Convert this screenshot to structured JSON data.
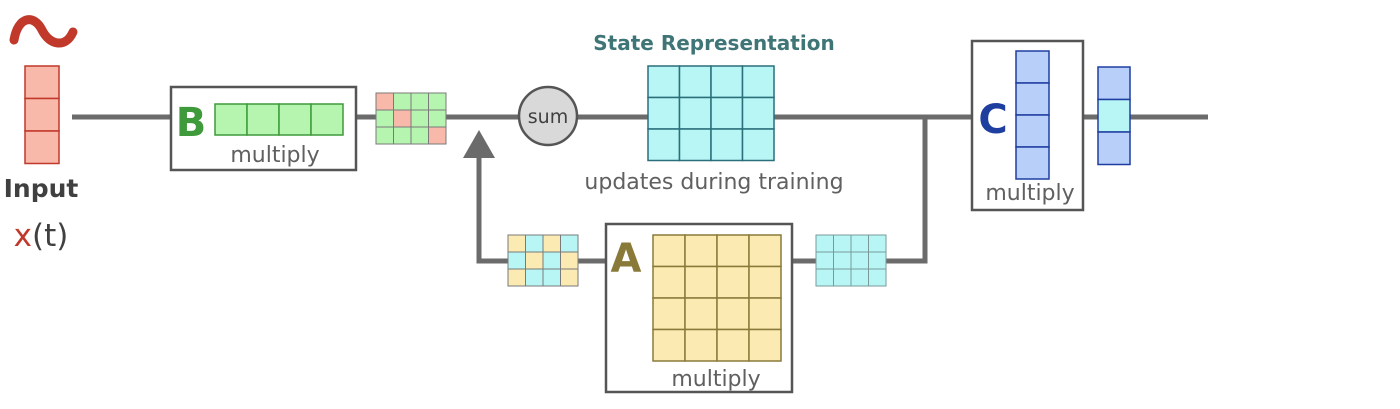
{
  "diagram": {
    "title": "State Representation",
    "input_label": "Input",
    "input_var": "x",
    "input_arg": "(t)",
    "b_letter": "B",
    "a_letter": "A",
    "c_letter": "C",
    "multiply_label": "multiply",
    "sum_label": "sum",
    "updates_label": "updates during training"
  },
  "colors": {
    "line": "#6b6b6b",
    "input": "#f8b8aa",
    "input_stroke": "#c0392b",
    "wave": "#c0392b",
    "b_fill": "#b5f5b0",
    "b_stroke": "#3e9a3a",
    "b_letter": "#3e9a3a",
    "state_fill": "#b8f6f6",
    "state_stroke": "#2b6f7a",
    "title": "#3f7577",
    "a_fill": "#fbeab2",
    "a_stroke": "#8a7a3a",
    "a_letter": "#8a7a3a",
    "c_fill": "#b8cffa",
    "c_stroke": "#1f3fa0",
    "c_letter": "#1f3fa0",
    "text_gray": "#606060",
    "box_stroke": "#555555",
    "sum_fill": "#d9d9d9"
  }
}
